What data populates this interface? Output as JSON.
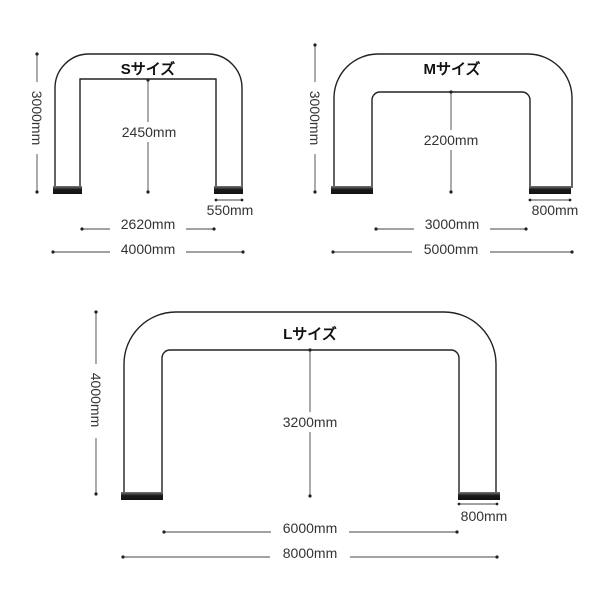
{
  "diagrams": [
    {
      "title": "Sサイズ",
      "height_label": "3000mm",
      "inner_height_label": "2450mm",
      "inner_width_label": "2620mm",
      "outer_width_label": "4000mm",
      "foot_label": "550mm"
    },
    {
      "title": "Mサイズ",
      "height_label": "3000mm",
      "inner_height_label": "2200mm",
      "inner_width_label": "3000mm",
      "outer_width_label": "5000mm",
      "foot_label": "800mm"
    },
    {
      "title": "Lサイズ",
      "height_label": "4000mm",
      "inner_height_label": "3200mm",
      "inner_width_label": "6000mm",
      "outer_width_label": "8000mm",
      "foot_label": "800mm"
    }
  ],
  "colors": {
    "outline": "#222222",
    "base_dark": "#1a1a1a",
    "base_light": "#777777"
  }
}
